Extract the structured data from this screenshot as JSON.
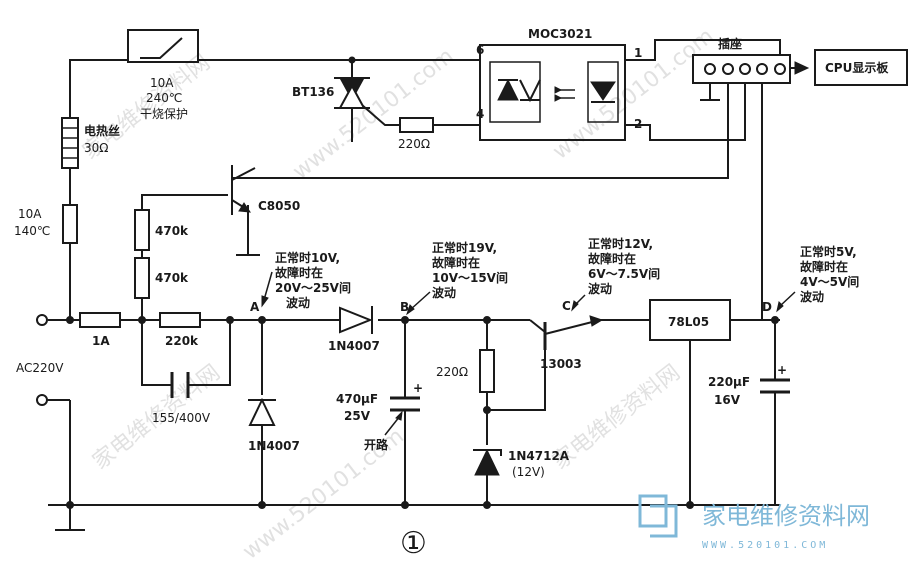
{
  "diagram": {
    "figure_number": "①",
    "components": {
      "thermal_fuse_top": {
        "rating": "10A",
        "temp": "240℃",
        "desc": "干烧保护"
      },
      "heater": {
        "name": "电热丝",
        "value": "30Ω"
      },
      "thermal_fuse_left": {
        "rating": "10A",
        "temp": "140℃"
      },
      "triac": "BT136",
      "r_gate": "220Ω",
      "optocoupler": "MOC3021",
      "opto_pins": {
        "p6": "6",
        "p4": "4",
        "p1": "1",
        "p2": "2"
      },
      "socket": "插座",
      "cpu_board": "CPU显示板",
      "transistor_c8050": "C8050",
      "r_470k_1": "470k",
      "r_470k_2": "470k",
      "fuse_main": "1A",
      "r_220k": "220k",
      "cap_155": "155/400V",
      "diode_series": "1N4007",
      "diode_shunt": "1N4007",
      "cap_470uf": {
        "value": "470μF",
        "voltage": "25V",
        "note": "开路"
      },
      "r_220": "220Ω",
      "zener": {
        "name": "1N4712A",
        "value": "(12V)"
      },
      "transistor_13003": "13003",
      "regulator": "78L05",
      "cap_220uf": {
        "value": "220μF",
        "voltage": "16V"
      },
      "ac_input": "AC220V"
    },
    "test_points": {
      "A": {
        "label": "A",
        "note": [
          "正常时10V,",
          "故障时在",
          "20V～25V间",
          "波动"
        ]
      },
      "B": {
        "label": "B",
        "note": [
          "正常时19V,",
          "故障时在",
          "10V～15V间",
          "波动"
        ]
      },
      "C": {
        "label": "C",
        "note": [
          "正常时12V,",
          "故障时在",
          "6V～7.5V间",
          "波动"
        ]
      },
      "D": {
        "label": "D",
        "note": [
          "正常时5V,",
          "故障时在",
          "4V～5V间",
          "波动"
        ]
      }
    },
    "watermarks": {
      "logo_text": "家电维修资料网",
      "url": "WWW.520101.COM",
      "faint_1": "家电维修资料网",
      "faint_2": "www.520101.com"
    }
  }
}
